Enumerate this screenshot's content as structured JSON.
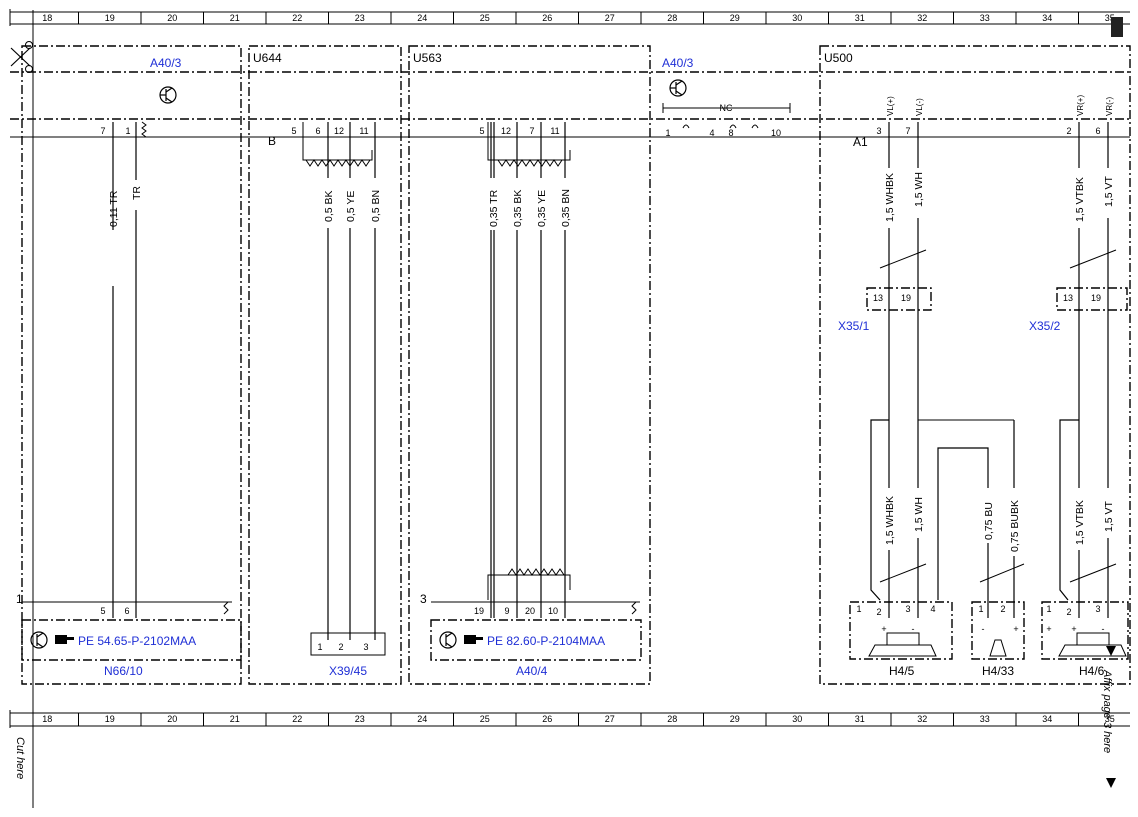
{
  "ruler": {
    "columns": [
      "18",
      "19",
      "20",
      "21",
      "22",
      "23",
      "24",
      "25",
      "26",
      "27",
      "28",
      "29",
      "30",
      "31",
      "32",
      "33",
      "34",
      "35"
    ]
  },
  "side_texts": {
    "cut_here": "Cut here",
    "affix": "Affix page 3 here"
  },
  "components": {
    "a40_3_left": {
      "label": "A40/3"
    },
    "u644": {
      "label": "U644",
      "connector": "B",
      "pins": [
        "5",
        "6",
        "12",
        "11"
      ]
    },
    "u563": {
      "label": "U563",
      "pins": [
        "5",
        "12",
        "7",
        "11"
      ]
    },
    "a40_3_right": {
      "label": "A40/3",
      "nc": "NC",
      "pins": [
        "1",
        "4",
        "8",
        "10"
      ]
    },
    "u500": {
      "label": "U500",
      "connector": "A1",
      "pins": [
        "3",
        "7",
        "2",
        "6"
      ],
      "pin_names": [
        "VL(+)",
        "VL(-)",
        "VR(+)",
        "VR(-)"
      ]
    },
    "a40_3_pins": [
      "7",
      "1"
    ],
    "n66_10": {
      "label": "N66/10",
      "ref": "PE 54.65-P-2102MAA",
      "pins": [
        "5",
        "6"
      ],
      "marker": "1"
    },
    "x39_45": {
      "label": "X39/45",
      "pins": [
        "1",
        "2",
        "3"
      ]
    },
    "a40_4": {
      "label": "A40/4",
      "ref": "PE 82.60-P-2104MAA",
      "pins": [
        "19",
        "9",
        "20",
        "10"
      ],
      "marker": "3"
    },
    "x35_1": {
      "label": "X35/1",
      "pins": [
        "13",
        "19"
      ]
    },
    "x35_2": {
      "label": "X35/2",
      "pins": [
        "13",
        "19"
      ]
    },
    "h4_5": {
      "label": "H4/5",
      "pins": [
        "1",
        "2",
        "3",
        "4"
      ],
      "polarity": [
        "+",
        "-"
      ]
    },
    "h4_33": {
      "label": "H4/33",
      "pins": [
        "1",
        "2"
      ],
      "polarity": [
        "-",
        "+"
      ]
    },
    "h4_6": {
      "label": "H4/6",
      "pins": [
        "1",
        "2",
        "3"
      ],
      "polarity": [
        "+",
        "+",
        "-"
      ]
    }
  },
  "wires": {
    "a40_3": [
      "0,11 TR",
      "TR"
    ],
    "u644": [
      "0,5 BK",
      "0,5 YE",
      "0,5 BN"
    ],
    "u563": [
      "0,35 TR",
      "0,35 BK",
      "0,35 YE",
      "0,35 BN"
    ],
    "u500_upper": [
      "1,5 WHBK",
      "1,5 WH",
      "1,5 VTBK",
      "1,5 VT"
    ],
    "u500_lower": [
      "1,5 WHBK",
      "1,5 WH",
      "0,75 BU",
      "0,75 BUBK",
      "1,5 VTBK",
      "1,5 VT"
    ]
  },
  "colors": {
    "label_blue": "#1f2fd6",
    "line": "#000000"
  }
}
